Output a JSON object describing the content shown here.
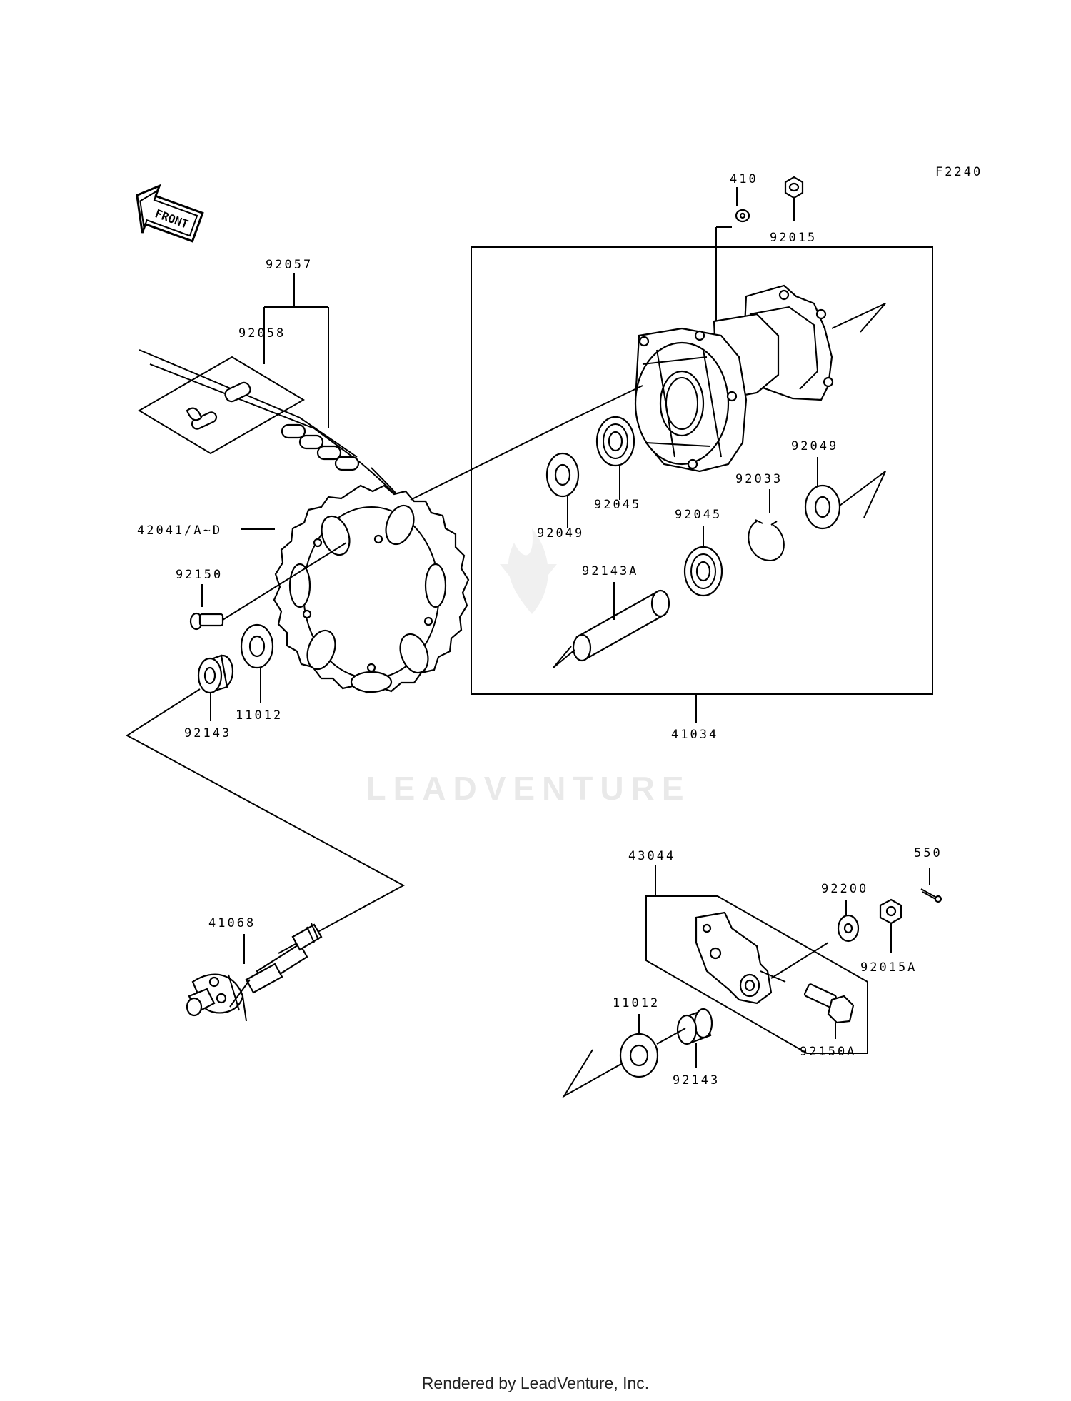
{
  "figure_code": "F2240",
  "front_arrow_label": "FRONT",
  "watermark": "LEADVENTURE",
  "footer": "Rendered by LeadVenture, Inc.",
  "callouts": {
    "c410": "410",
    "c92015": "92015",
    "c92057": "92057",
    "c92058": "92058",
    "c42041": "42041/A~D",
    "c92150": "92150",
    "c11012_a": "11012",
    "c92143_a": "92143",
    "c92049_a": "92049",
    "c92045_a": "92045",
    "c92049_b": "92049",
    "c92033": "92033",
    "c92045_b": "92045",
    "c92143A": "92143A",
    "c41034": "41034",
    "c41068": "41068",
    "c43044": "43044",
    "c550": "550",
    "c92200": "92200",
    "c92015A": "92015A",
    "c11012_b": "11012",
    "c92143_b": "92143",
    "c92150A": "92150A"
  }
}
